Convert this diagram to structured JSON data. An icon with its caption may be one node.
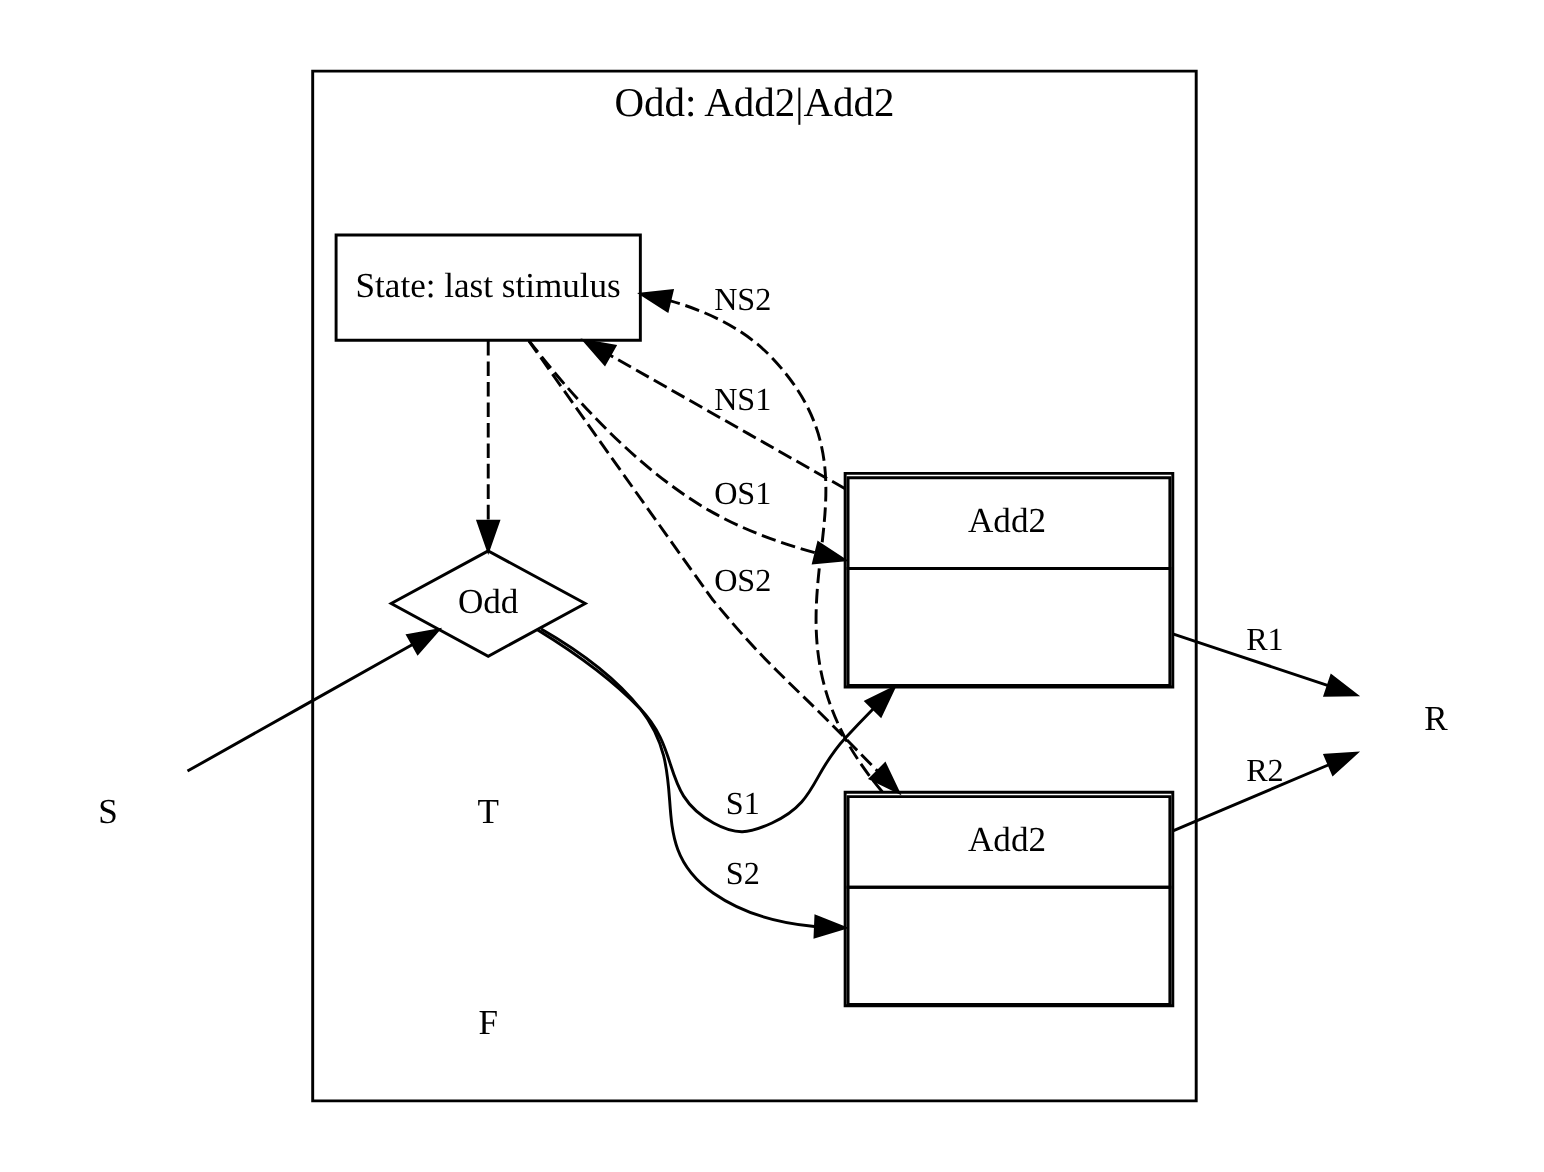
{
  "diagram": {
    "nodes": [
      {
        "text": [
          "Odd: Add2|Add2"
        ]
      },
      {
        "text": [
          "State: last stimulus"
        ],
        "in": 0
      },
      {
        "text": [
          "Add2"
        ],
        "in": 0
      },
      {
        "text": [
          "S"
        ]
      },
      {
        "text": [
          "Odd"
        ],
        "in": 0
      },
      {
        "text": [
          "R"
        ]
      },
      {
        "text": [
          "Add2"
        ],
        "in": 0
      }
    ],
    "edges": [
      {
        "from": 3,
        "to": 4,
        "arrow": "to"
      },
      {
        "from": 4,
        "to": 2,
        "arrow": "to",
        "label": "S1"
      },
      {
        "from": 4,
        "to": 6,
        "arrow": "to",
        "label": "S2"
      },
      {
        "from": 2,
        "to": 5,
        "arrow": "to",
        "label": "R1"
      },
      {
        "from": 6,
        "to": 5,
        "arrow": "to",
        "label": "R2"
      },
      {
        "from": 1,
        "to": 4,
        "arrow": "to",
        "style": "dashed"
      },
      {
        "from": 1,
        "to": 2,
        "arrow": "to",
        "style": "dashed",
        "label": "OS1"
      },
      {
        "from": 1,
        "to": 6,
        "arrow": "to",
        "style": "dashed",
        "label": "OS2"
      },
      {
        "from": 2,
        "to": 1,
        "arrow": "to",
        "style": "dashed",
        "label": "NS1"
      },
      {
        "from": 6,
        "to": 1,
        "arrow": "to",
        "style": "dashed",
        "label": "NS2"
      }
    ],
    "labels": [
      "T",
      "F"
    ]
  }
}
